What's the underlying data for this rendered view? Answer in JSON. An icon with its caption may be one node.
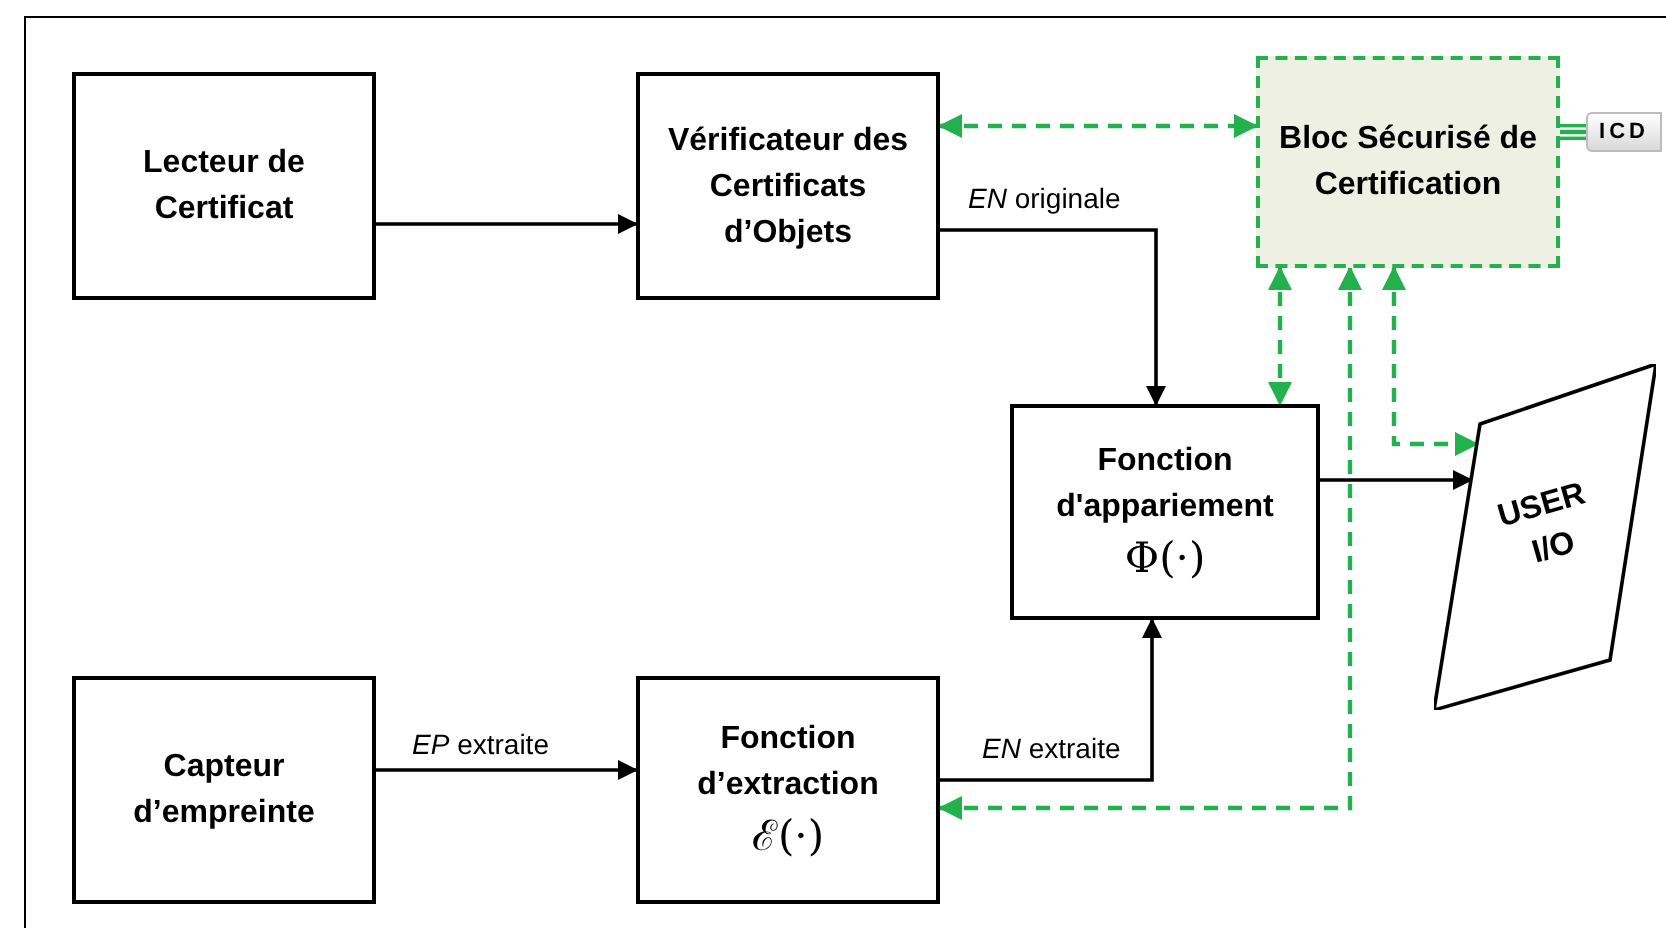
{
  "diagram": {
    "nodes": [
      {
        "text": [
          "Lecteur de Certificat"
        ]
      },
      {
        "text": [
          "Vérificateur des Certificats d’Objets"
        ]
      },
      {
        "text": [
          "Bloc Sécurisé de Certification"
        ]
      },
      {
        "text": [
          "ICD"
        ]
      },
      {
        "text": [
          "Fonction d'appariement",
          "Φ(·)"
        ]
      },
      {
        "text": [
          "USER I/O"
        ]
      },
      {
        "text": [
          "Capteur d’empreinte"
        ]
      },
      {
        "text": [
          "Fonction d’extraction",
          "ℰ(·)"
        ]
      }
    ],
    "edges": [
      {
        "from": 0,
        "to": 1,
        "arrow": "to"
      },
      {
        "from": 1,
        "to": 2,
        "arrow": "both",
        "style": "dashed",
        "color": "#22b14c"
      },
      {
        "from": 1,
        "to": 4,
        "arrow": "to",
        "label": "*EN* originale"
      },
      {
        "from": 6,
        "to": 7,
        "arrow": "to",
        "label": "*EP* extraite"
      },
      {
        "from": 7,
        "to": 4,
        "arrow": "to",
        "label": "*EN* extraite"
      },
      {
        "from": 4,
        "to": 5,
        "arrow": "to"
      },
      {
        "from": 2,
        "to": 4,
        "arrow": "both",
        "style": "dashed",
        "color": "#22b14c"
      },
      {
        "from": 2,
        "to": 7,
        "arrow": "both",
        "style": "dashed",
        "color": "#22b14c"
      },
      {
        "from": 2,
        "to": 5,
        "arrow": "both",
        "style": "dashed",
        "color": "#22b14c"
      },
      {
        "from": 2,
        "to": 3,
        "arrow": "none",
        "style": "thick",
        "color": "#22b14c"
      }
    ]
  }
}
